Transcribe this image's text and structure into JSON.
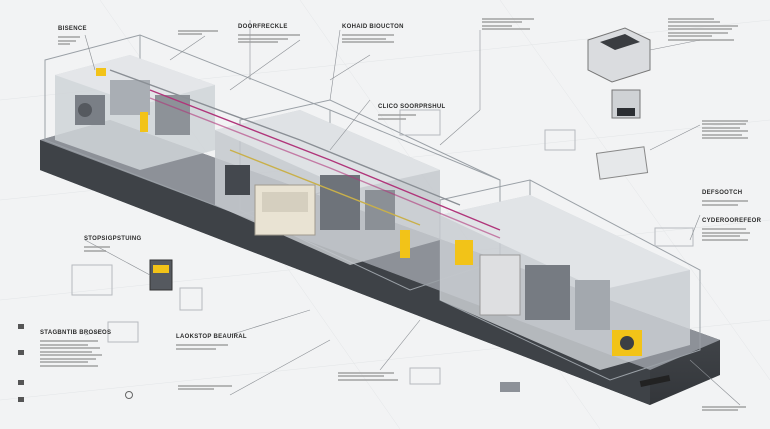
{
  "labels": [
    {
      "id": "l1",
      "title": "BISENCE",
      "lines": 3
    },
    {
      "id": "l2",
      "title": "",
      "lines": 3
    },
    {
      "id": "l3",
      "title": "DOORFRECKLE",
      "lines": 4
    },
    {
      "id": "l4",
      "title": "KOHAID BIOUCTON",
      "lines": 4
    },
    {
      "id": "l5",
      "title": "",
      "lines": 6
    },
    {
      "id": "l6",
      "title": "",
      "lines": 4
    },
    {
      "id": "l7",
      "title": "CLICO SOORPRSHUL",
      "lines": 4
    },
    {
      "id": "l8",
      "title": "",
      "lines": 3
    },
    {
      "id": "l9",
      "title": "DEFSOOTCH",
      "lines": 4
    },
    {
      "id": "l10",
      "title": "CYDEROOREFEOR",
      "lines": 8
    },
    {
      "id": "l11",
      "title": "STOPSIGPSTUING",
      "lines": 3
    },
    {
      "id": "l12",
      "title": "STAGBNTIB BROSEOS",
      "lines": 3
    },
    {
      "id": "l13",
      "title": "LAOKSTOP BEAUIRAL",
      "lines": 4
    },
    {
      "id": "l14",
      "title": "",
      "lines": 3
    }
  ],
  "colors": {
    "accent_yellow": "#f2c318",
    "wire_magenta": "#b0357a",
    "frame_silver": "#c9ccd0",
    "base_dark": "#4a4e54"
  }
}
